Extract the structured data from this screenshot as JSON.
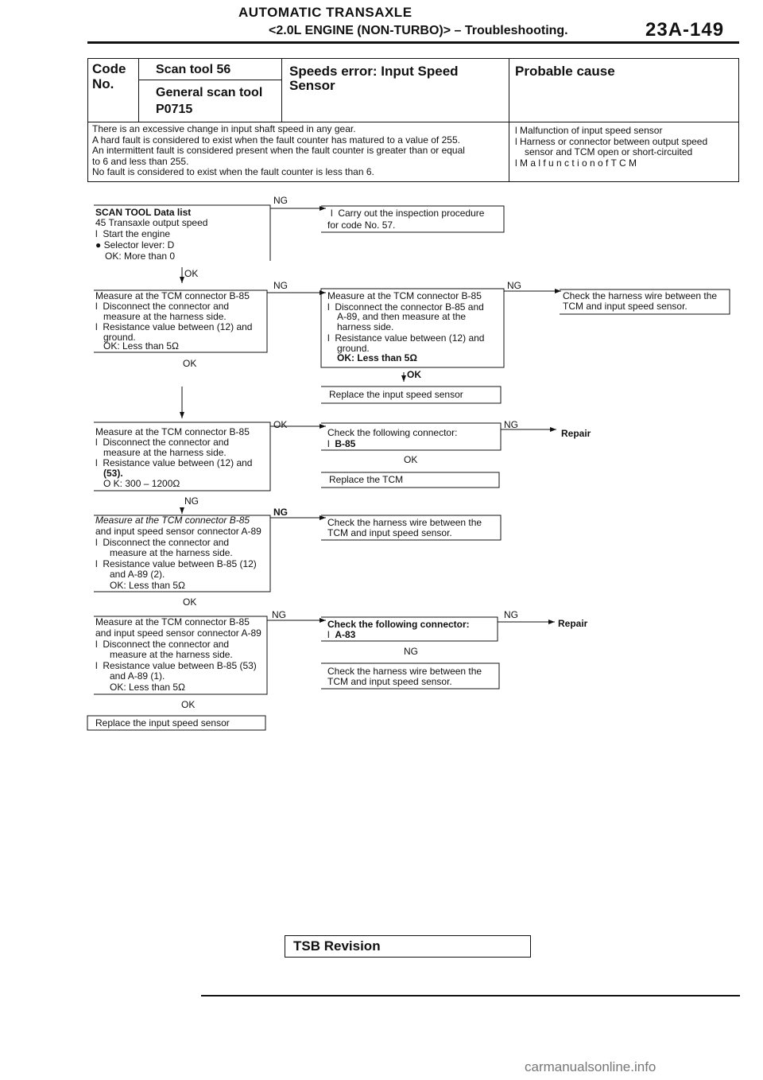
{
  "header": {
    "title": "AUTOMATIC TRANSAXLE",
    "subtitle": "<2.0L ENGINE (NON-TURBO)> – Troubleshooting.",
    "page_number": "23A-149"
  },
  "code_table": {
    "code_no_label_1": "Code",
    "code_no_label_2": "No.",
    "scan_tool_label": "Scan tool 56",
    "general_scan_tool_label": "General scan tool",
    "general_code": "P0715",
    "title_1": "Speeds error: Input Speed",
    "title_2": "Sensor",
    "probable_cause_label": "Probable cause",
    "description": [
      "There is an excessive change in input shaft speed in any gear.",
      "A hard fault is considered to exist when the fault counter has matured to a value of 255.",
      "An intermittent fault is considered present when the fault counter is greater than or equal",
      "to 6 and less than 255.",
      "No fault is considered to exist when the fault counter is less than 6."
    ],
    "causes": [
      "Malfunction of input speed sensor",
      "Harness or connector between output speed",
      "sensor and TCM open or short-circuited",
      "M a l f u n c t i o n  o f  T C M"
    ]
  },
  "flow": {
    "box1": {
      "title": "SCAN TOOL Data list",
      "l1": "45 Transaxle output speed",
      "l2": "Start the engine",
      "l3": "Selector lever: D",
      "l4": "OK: More than 0"
    },
    "box1_ng": {
      "l1": "Carry out the inspection procedure",
      "l2": "for code No. 57."
    },
    "box2": {
      "l1": "Measure at the TCM connector B-85",
      "l2": "Disconnect the connector and",
      "l3": "measure at the harness side.",
      "l4": "Resistance value between (12) and",
      "l5": "ground.",
      "l6": "OK: Less than 5Ω"
    },
    "box2_ng": {
      "l1": "Measure at the TCM connector B-85",
      "l2": "Disconnect the connector B-85 and",
      "l3": "A-89, and then measure at the",
      "l4": "harness side.",
      "l5": "Resistance value between (12) and",
      "l6": "ground.",
      "l7": "OK: Less than 5Ω"
    },
    "box2_ng_ng": {
      "l1": "Check the harness wire between the",
      "l2": "TCM and input speed sensor."
    },
    "replace_sensor_1": "Replace the input speed sensor",
    "box3": {
      "l1": "Measure at the TCM connector B-85",
      "l2": "Disconnect the connector and",
      "l3": "measure at the harness side.",
      "l4": "Resistance value between (12) and",
      "l5": "(53).",
      "l6": "O K:  300 – 1200Ω"
    },
    "box3_ok": {
      "l1": "Check the following connector:",
      "l2": "B-85"
    },
    "repair_1": "Repair",
    "replace_tcm": "Replace the TCM",
    "box4": {
      "l1": "Measure at the TCM connector B-85",
      "l2": "and input speed sensor connector A-89",
      "l3": "Disconnect the connector and",
      "l4": "measure at the harness side.",
      "l5": "Resistance value between B-85 (12)",
      "l6": "and A-89 (2).",
      "l7": "OK: Less than 5Ω"
    },
    "box4_ng": {
      "l1": "Check the harness wire between the",
      "l2": "TCM and input speed sensor."
    },
    "box5": {
      "l1": "Measure at the TCM connector B-85",
      "l2": "and input speed sensor connector A-89",
      "l3": "Disconnect the connector and",
      "l4": "measure at the harness side.",
      "l5": "Resistance value between B-85 (53)",
      "l6": "and A-89 (1).",
      "l7": "OK: Less than 5Ω"
    },
    "box5_ng": {
      "l1": "Check the following connector:",
      "l2": "A-83"
    },
    "repair_2": "Repair",
    "box5_ng_ng": {
      "l1": "Check the harness wire between the",
      "l2": "TCM and input speed sensor."
    },
    "replace_sensor_2": "Replace the input speed sensor",
    "labels": {
      "ok": "OK",
      "ng": "NG"
    }
  },
  "footer": {
    "tsb": "TSB Revision",
    "watermark": "carmanualsonline.info"
  }
}
